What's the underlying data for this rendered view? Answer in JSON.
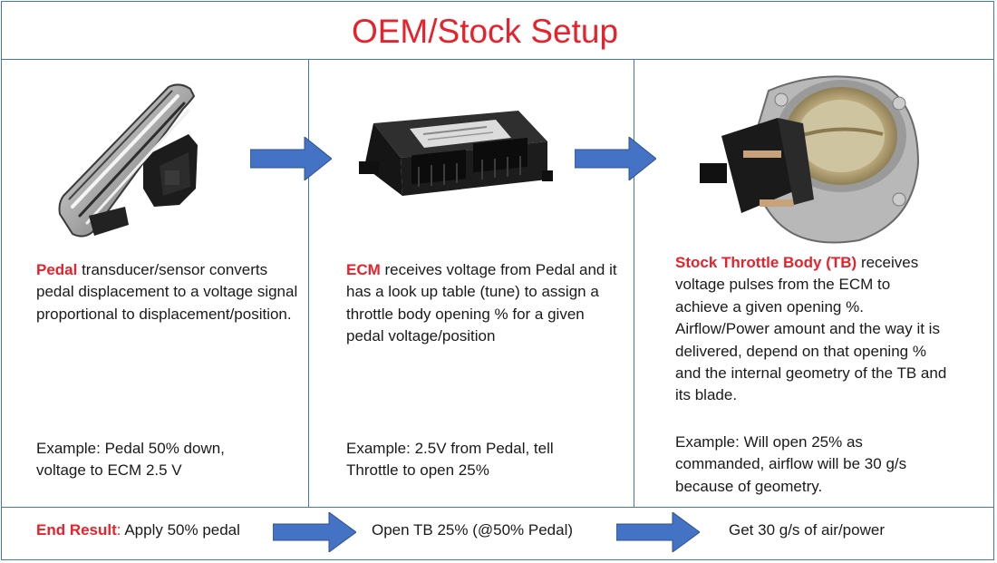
{
  "title": "OEM/Stock Setup",
  "colors": {
    "accent_blue": "#4472c4",
    "highlight_red": "#e8212b"
  },
  "columns": [
    {
      "image": "accelerator-pedal-photo",
      "highlight": "Pedal",
      "description": " transducer/sensor converts pedal displacement to a voltage signal proportional to displacement/position.",
      "example": "Example: Pedal 50% down, voltage to ECM 2.5 V"
    },
    {
      "image": "ecm-module-photo",
      "highlight": "ECM",
      "description": " receives voltage from Pedal and it has a look up table (tune) to assign a throttle body opening % for a given pedal voltage/position",
      "example": "Example: 2.5V from Pedal, tell Throttle to open 25%"
    },
    {
      "image": "throttle-body-photo",
      "highlight": "Stock Throttle Body (TB)",
      "description": " receives voltage pulses from the ECM to achieve a given opening %. Airflow/Power amount and the way it is delivered, depend on that opening % and the internal geometry of the TB and its blade.",
      "example": "Example: Will open 25% as commanded, airflow will be 30 g/s because of geometry."
    }
  ],
  "end_result": {
    "label": "End Result",
    "colon": ":",
    "step1": " Apply 50% pedal",
    "step2": "Open TB 25% (@50% Pedal)",
    "step3": "Get 30 g/s of air/power"
  }
}
